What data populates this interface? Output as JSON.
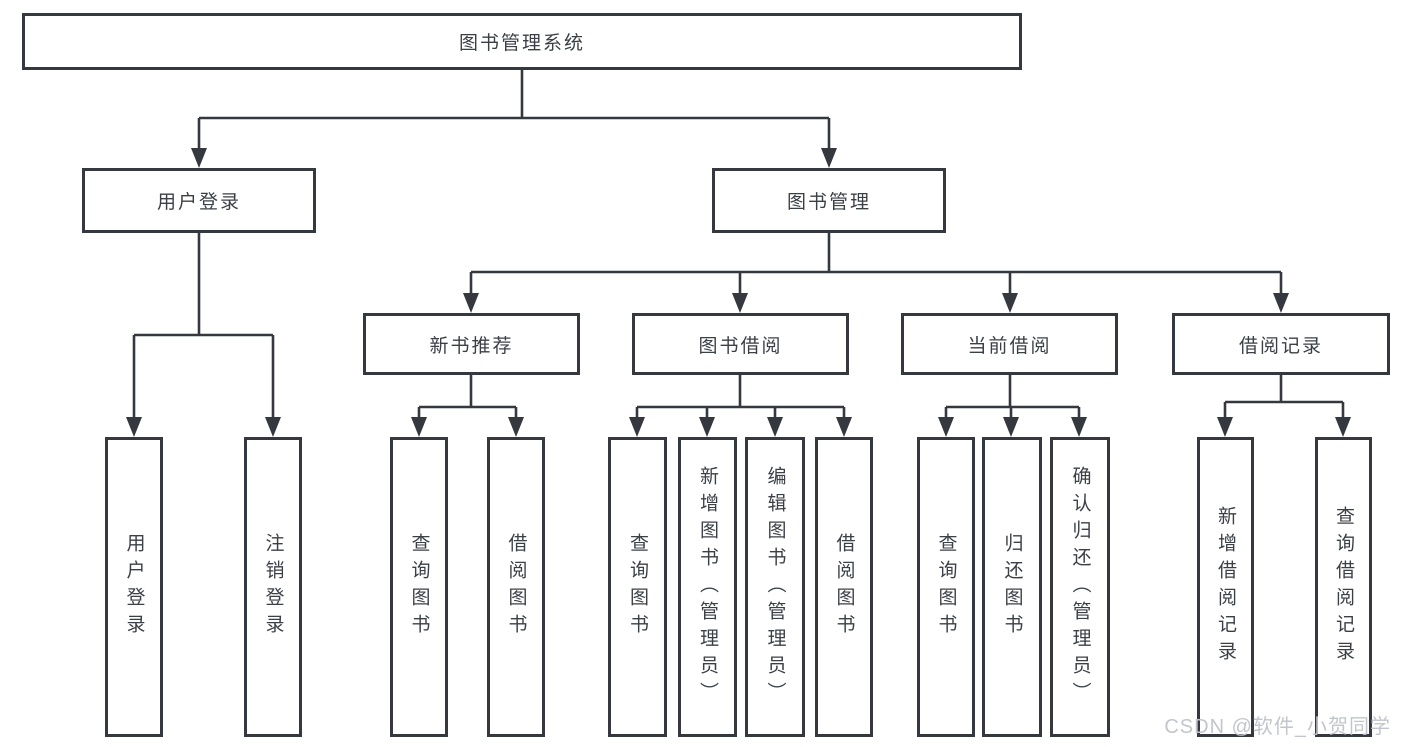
{
  "title": "图书管理系统",
  "colors": {
    "line": "#35393f",
    "text": "#3b3f46",
    "background": "#ffffff",
    "watermark": "#c2c6cc"
  },
  "watermark": "CSDN @软件_小贺同学",
  "tree": {
    "label": "图书管理系统",
    "children": [
      {
        "label": "用户登录",
        "children": [
          {
            "label": "用户登录"
          },
          {
            "label": "注销登录"
          }
        ]
      },
      {
        "label": "图书管理",
        "children": [
          {
            "label": "新书推荐",
            "children": [
              {
                "label": "查询图书"
              },
              {
                "label": "借阅图书"
              }
            ]
          },
          {
            "label": "图书借阅",
            "children": [
              {
                "label": "查询图书"
              },
              {
                "label": "新增图书（管理员）"
              },
              {
                "label": "编辑图书（管理员）"
              },
              {
                "label": "借阅图书"
              }
            ]
          },
          {
            "label": "当前借阅",
            "children": [
              {
                "label": "查询图书"
              },
              {
                "label": "归还图书"
              },
              {
                "label": "确认归还（管理员）"
              }
            ]
          },
          {
            "label": "借阅记录",
            "children": [
              {
                "label": "新增借阅记录"
              },
              {
                "label": "查询借阅记录"
              }
            ]
          }
        ]
      }
    ]
  }
}
